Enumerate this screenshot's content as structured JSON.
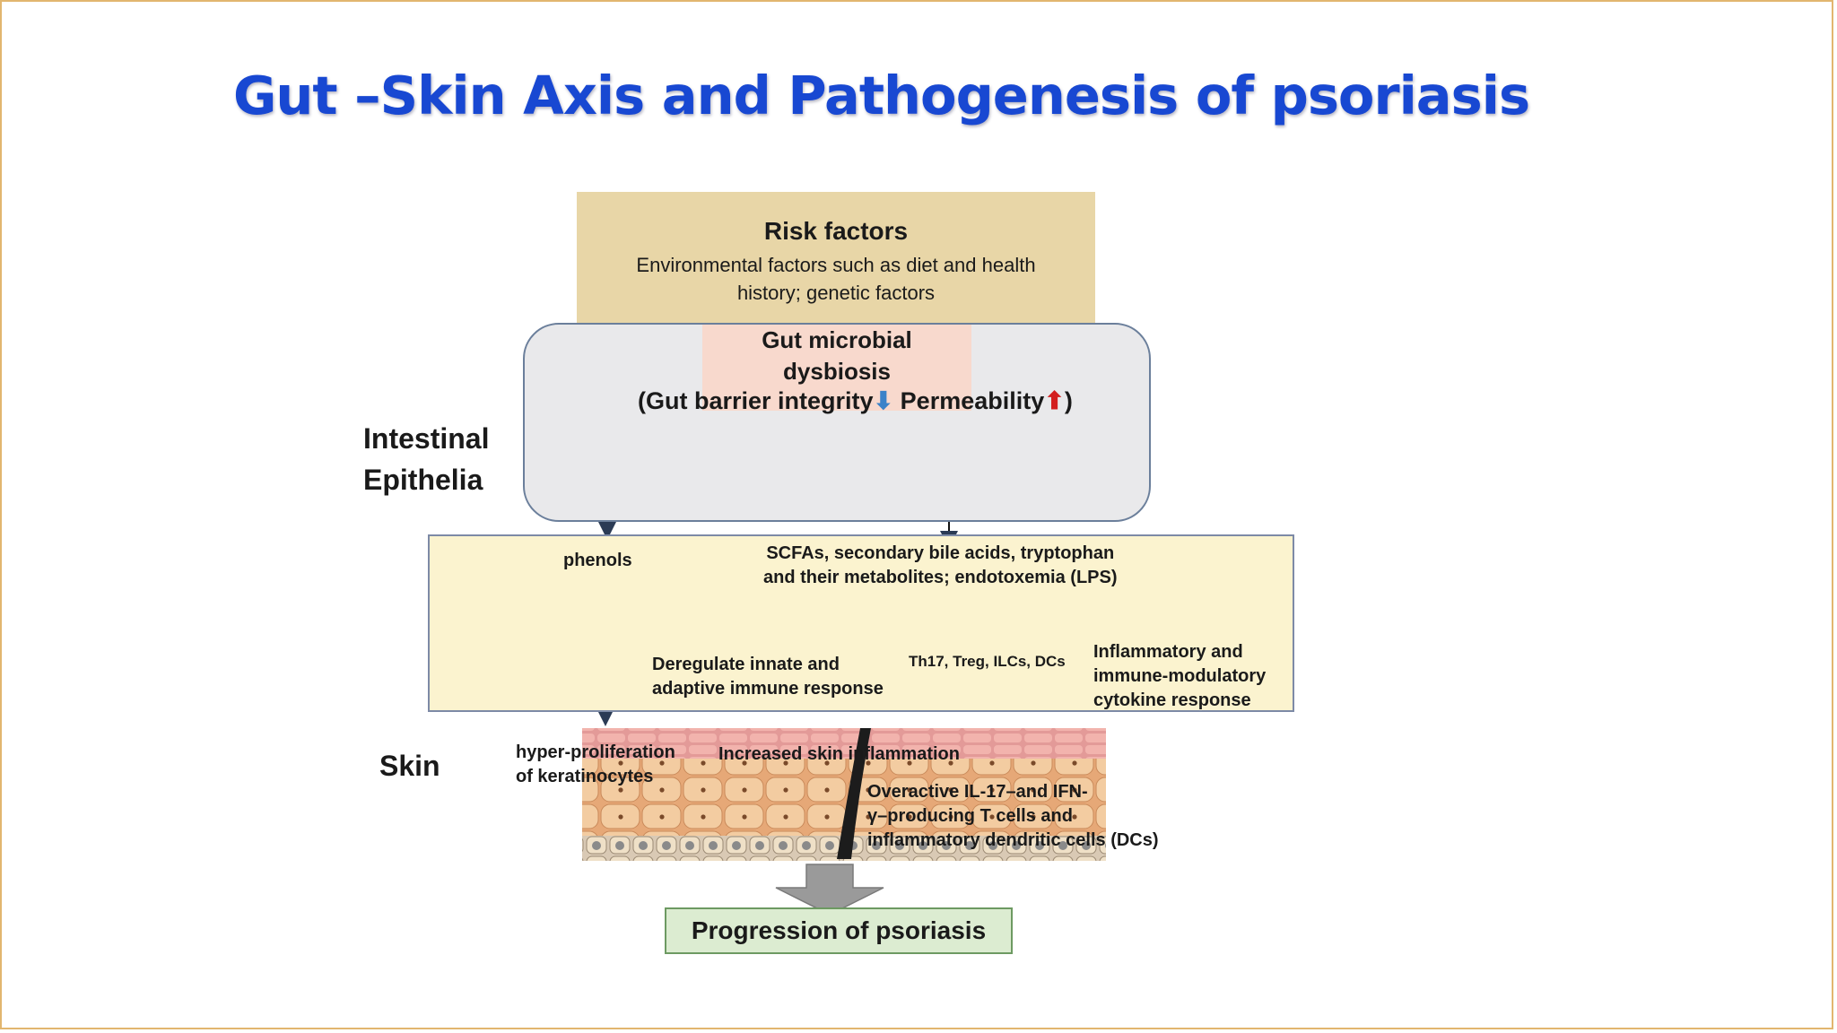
{
  "slide": {
    "title": "Gut –Skin Axis and Pathogenesis of psoriasis"
  },
  "diagram": {
    "risk_factors": {
      "title": "Risk factors",
      "line1": "Environmental factors such as diet and health",
      "line2": "history; genetic factors"
    },
    "intestinal": {
      "label_line1": "Intestinal",
      "label_line2": "Epithelia",
      "dysbiosis_line1": "Gut microbial",
      "dysbiosis_line2": "dysbiosis",
      "barrier_open": "(Gut barrier integrity",
      "barrier_down_arrow": "⬇",
      "barrier_mid": " Permeability",
      "barrier_up_arrow": "⬆",
      "barrier_close": ")"
    },
    "metabolites": {
      "phenols": "phenols",
      "scfa_line1": "SCFAs, secondary bile acids, tryptophan",
      "scfa_line2": "and their metabolites; endotoxemia (LPS)",
      "deregulate_line1": "Deregulate innate and",
      "deregulate_line2": "adaptive immune response",
      "cell_types": "Th17, Treg, ILCs, DCs",
      "cytokine_line1": "Inflammatory and",
      "cytokine_line2": "immune-modulatory",
      "cytokine_line3": "cytokine response"
    },
    "skin": {
      "label": "Skin",
      "hyper_line1": "hyper-proliferation",
      "hyper_line2": "of keratinocytes",
      "inflammation": "Increased skin inflammation",
      "overactive_line1": "Overactive IL-17–and IFN-",
      "overactive_line2": "γ–producing T cells and",
      "overactive_line3": "inflammatory dendritic cells (DCs)"
    },
    "outcome": "Progression of psoriasis"
  },
  "colors": {
    "title": "#1848d2",
    "risk_box": "#e8d6a7",
    "metabolite_panel": "#fbf3cf",
    "outcome_box": "#dcecd1",
    "permeability_arrow": "#d31f1f",
    "integrity_arrow": "#3a82c9"
  }
}
